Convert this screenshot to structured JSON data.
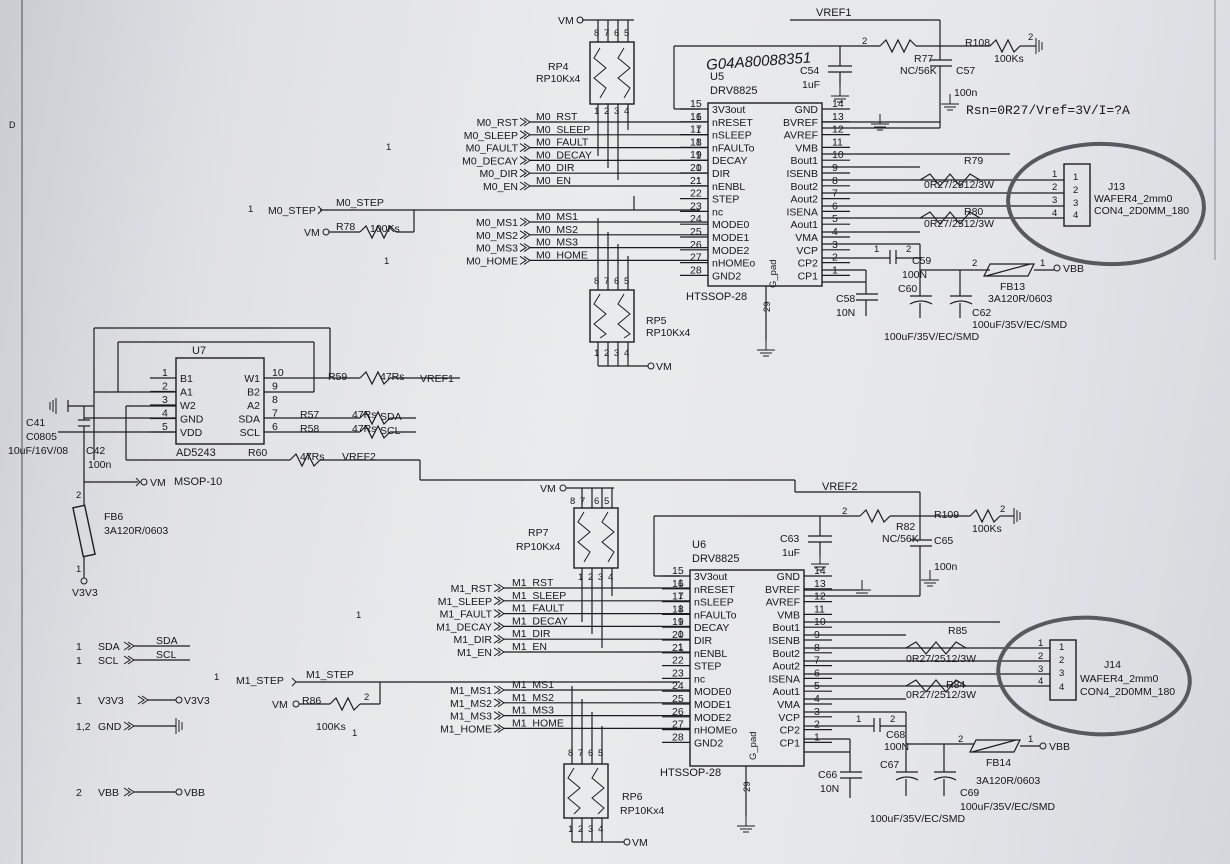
{
  "vref1_top": "VREF1",
  "vref2_top": "VREF2",
  "formula": "Rsn=0R27/Vref=3V/I=?A",
  "handwriting": "G04A80088351",
  "left_sheet_letter": "D",
  "u5": {
    "ref": "U5",
    "part": "DRV8825",
    "package": "HTSSOP-28",
    "gpad": "G_pad",
    "gpad_pin": "29",
    "left_pins": [
      {
        "num": "15",
        "name": "3V3out"
      },
      {
        "num": "16",
        "name": "nRESET"
      },
      {
        "num": "17",
        "name": "nSLEEP"
      },
      {
        "num": "18",
        "name": "nFAULTo"
      },
      {
        "num": "19",
        "name": "DECAY"
      },
      {
        "num": "20",
        "name": "DIR"
      },
      {
        "num": "21",
        "name": "nENBL"
      },
      {
        "num": "22",
        "name": "STEP"
      },
      {
        "num": "23",
        "name": "nc"
      },
      {
        "num": "24",
        "name": "MODE0"
      },
      {
        "num": "25",
        "name": "MODE1"
      },
      {
        "num": "26",
        "name": "MODE2"
      },
      {
        "num": "27",
        "name": "nHOMEo"
      },
      {
        "num": "28",
        "name": "GND2"
      }
    ],
    "right_pins": [
      {
        "num": "14",
        "name": "GND"
      },
      {
        "num": "13",
        "name": "BVREF"
      },
      {
        "num": "12",
        "name": "AVREF"
      },
      {
        "num": "11",
        "name": "VMB"
      },
      {
        "num": "10",
        "name": "Bout1"
      },
      {
        "num": "9",
        "name": "ISENB"
      },
      {
        "num": "8",
        "name": "Bout2"
      },
      {
        "num": "7",
        "name": "Aout2"
      },
      {
        "num": "6",
        "name": "ISENA"
      },
      {
        "num": "5",
        "name": "Aout1"
      },
      {
        "num": "4",
        "name": "VMA"
      },
      {
        "num": "3",
        "name": "VCP"
      },
      {
        "num": "2",
        "name": "CP2"
      },
      {
        "num": "1",
        "name": "CP1"
      }
    ],
    "nets": [
      "M0_RST",
      "M0_SLEEP",
      "M0_FAULT",
      "M0_DECAY",
      "M0_DIR",
      "M0_EN",
      "M0_STEP",
      "M0_MS1",
      "M0_MS2",
      "M0_MS3",
      "M0_HOME"
    ],
    "ports": [
      "M0_RST",
      "M0_SLEEP",
      "M0_FAULT",
      "M0_DECAY",
      "M0_DIR",
      "M0_EN"
    ],
    "step_port": "M0_STEP",
    "ms_ports": [
      "M0_MS1",
      "M0_MS2",
      "M0_MS3",
      "M0_HOME"
    ]
  },
  "u6": {
    "ref": "U6",
    "part": "DRV8825",
    "package": "HTSSOP-28",
    "gpad": "G_pad",
    "gpad_pin": "29",
    "nets": [
      "M1_RST",
      "M1_SLEEP",
      "M1_FAULT",
      "M1_DECAY",
      "M1_DIR",
      "M1_EN",
      "M1_STEP",
      "M1_MS1",
      "M1_MS2",
      "M1_MS3",
      "M1_HOME"
    ],
    "ports": [
      "M1_RST",
      "M1_SLEEP",
      "M1_FAULT",
      "M1_DECAY",
      "M1_DIR",
      "M1_EN"
    ],
    "step_port": "M1_STEP",
    "ms_ports": [
      "M1_MS1",
      "M1_MS2",
      "M1_MS3",
      "M1_HOME"
    ]
  },
  "u7": {
    "ref": "U7",
    "part": "AD5243",
    "package": "MSOP-10",
    "left_pins": [
      {
        "num": "1",
        "name": "B1"
      },
      {
        "num": "2",
        "name": "A1"
      },
      {
        "num": "3",
        "name": "W2"
      },
      {
        "num": "4",
        "name": "GND"
      },
      {
        "num": "5",
        "name": "VDD"
      }
    ],
    "right_pins": [
      {
        "num": "10",
        "name": "W1"
      },
      {
        "num": "9",
        "name": "B2"
      },
      {
        "num": "8",
        "name": "A2"
      },
      {
        "num": "7",
        "name": "SDA"
      },
      {
        "num": "6",
        "name": "SCL"
      }
    ]
  },
  "components": {
    "rp4": {
      "ref": "RP4",
      "value": "RP10Kx4"
    },
    "rp5": {
      "ref": "RP5",
      "value": "RP10Kx4"
    },
    "rp6": {
      "ref": "RP6",
      "value": "RP10Kx4"
    },
    "rp7": {
      "ref": "RP7",
      "value": "RP10Kx4"
    },
    "r77": {
      "ref": "R77",
      "value": "NC/56K"
    },
    "r108": {
      "ref": "R108",
      "value": "100Ks"
    },
    "r82": {
      "ref": "R82",
      "value": "NC/56K"
    },
    "r109": {
      "ref": "R109",
      "value": "100Ks"
    },
    "r78": {
      "ref": "R78",
      "value": "100Ks"
    },
    "r86": {
      "ref": "R86",
      "value": "100Ks"
    },
    "r79": {
      "ref": "R79",
      "value": "0R27/2512/3W"
    },
    "r80": {
      "ref": "R80",
      "value": "0R27/2512/3W"
    },
    "r85": {
      "ref": "R85",
      "value": "0R27/2512/3W"
    },
    "r84": {
      "ref": "R84",
      "value": "0R27/2512/3W"
    },
    "r59": {
      "ref": "R59",
      "value": "47Rs"
    },
    "r57": {
      "ref": "R57",
      "value": "47Rs"
    },
    "r58": {
      "ref": "R58",
      "value": "47Rs"
    },
    "r60": {
      "ref": "R60",
      "value": "47Rs"
    },
    "c54": {
      "ref": "C54",
      "value": "1uF"
    },
    "c57": {
      "ref": "C57",
      "value": "100n"
    },
    "c59": {
      "ref": "C59",
      "value": "100N"
    },
    "c58": {
      "ref": "C58",
      "value": "10N"
    },
    "c60": {
      "ref": "C60",
      "value": "100uF/35V/EC/SMD"
    },
    "c62": {
      "ref": "C62",
      "value": "100uF/35V/EC/SMD"
    },
    "c63": {
      "ref": "C63",
      "value": "1uF"
    },
    "c65": {
      "ref": "C65",
      "value": "100n"
    },
    "c68": {
      "ref": "C68",
      "value": "100N"
    },
    "c66": {
      "ref": "C66",
      "value": "10N"
    },
    "c67": {
      "ref": "C67",
      "value": "100uF/35V/EC/SMD"
    },
    "c69": {
      "ref": "C69",
      "value": "100uF/35V/EC/SMD"
    },
    "c41": {
      "ref": "C41",
      "value": "C0805",
      "value2": "10uF/16V/08"
    },
    "c42": {
      "ref": "C42",
      "value": "100n"
    },
    "fb13": {
      "ref": "FB13",
      "value": "3A120R/0603"
    },
    "fb14": {
      "ref": "FB14",
      "value": "3A120R/0603"
    },
    "fb6": {
      "ref": "FB6",
      "value": "3A120R/0603"
    },
    "j13": {
      "ref": "J13",
      "value": "WAFER4_2mm0",
      "value2": "CON4_2D0MM_180"
    },
    "j14": {
      "ref": "J14",
      "value": "WAFER4_2mm0",
      "value2": "CON4_2D0MM_180"
    }
  },
  "power": {
    "vm": "VM",
    "vbb": "VBB",
    "v3v3": "V3V3",
    "gnd": "GND",
    "vref1": "VREF1",
    "vref2": "VREF2",
    "sda": "SDA",
    "scl": "SCL"
  },
  "legend": [
    {
      "num": "1",
      "name": "SDA",
      "net": "SDA"
    },
    {
      "num": "1",
      "name": "SCL",
      "net": "SCL"
    },
    {
      "num": "1",
      "name": "V3V3",
      "net": "V3V3"
    },
    {
      "num": "1,2",
      "name": "GND",
      "net": ""
    },
    {
      "num": "2",
      "name": "VBB",
      "net": "VBB"
    }
  ]
}
